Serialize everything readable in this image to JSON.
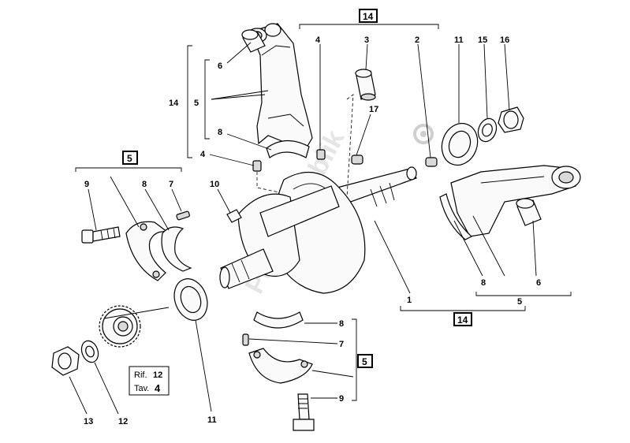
{
  "labels": {
    "l14a": "14",
    "l5a": "5",
    "l6a": "6",
    "l8a": "8",
    "l4a": "4",
    "l4b": "4",
    "l3": "3",
    "l2": "2",
    "l11a": "11",
    "l15": "15",
    "l16": "16",
    "l17": "17",
    "l9a": "9",
    "l8b": "8",
    "l7a": "7",
    "l10": "10",
    "l1": "1",
    "l8c": "8",
    "l6b": "6",
    "l5b": "5",
    "l8d": "8",
    "l7b": "7",
    "l9b": "9",
    "l13": "13",
    "l12": "12",
    "l11b": "11"
  },
  "boxed": {
    "b14top": "14",
    "b5left": "5",
    "b14bottom": "14",
    "b5right": "5"
  },
  "ref_box": {
    "rif_label": "Rif.",
    "rif_value": "12",
    "tav_label": "Tav.",
    "tav_value": "4"
  },
  "watermark": "PartsRepublik"
}
